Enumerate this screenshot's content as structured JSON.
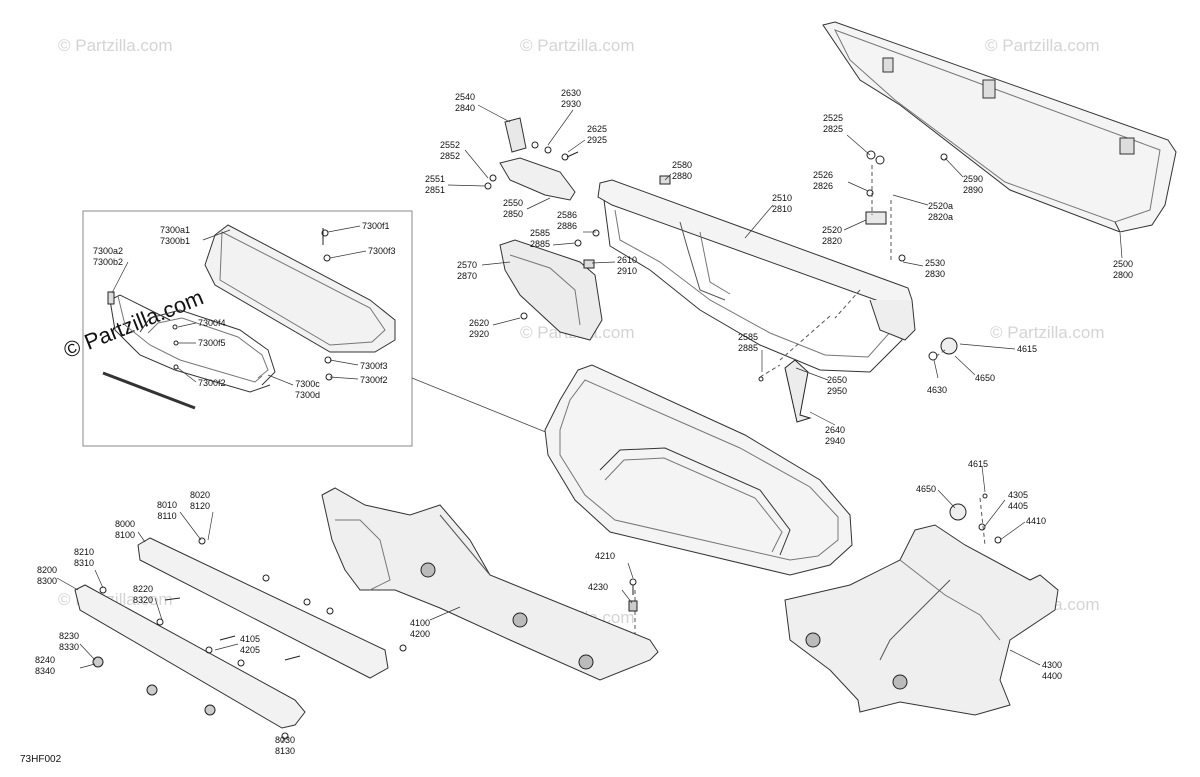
{
  "drawing_id": "73HF002",
  "watermark": "© Partzilla.com",
  "inset_watermark": "© Partzilla.com",
  "callouts": [
    {
      "id": "c1",
      "lines": [
        "2540",
        "2840"
      ]
    },
    {
      "id": "c2",
      "lines": [
        "2630",
        "2930"
      ]
    },
    {
      "id": "c3",
      "lines": [
        "2625",
        "2925"
      ]
    },
    {
      "id": "c4",
      "lines": [
        "2552",
        "2852"
      ]
    },
    {
      "id": "c5",
      "lines": [
        "2551",
        "2851"
      ]
    },
    {
      "id": "c6",
      "lines": [
        "2550",
        "2850"
      ]
    },
    {
      "id": "c7",
      "lines": [
        "2580",
        "2880"
      ]
    },
    {
      "id": "c8",
      "lines": [
        "2586",
        "2886"
      ]
    },
    {
      "id": "c9",
      "lines": [
        "2585",
        "2885"
      ]
    },
    {
      "id": "c10",
      "lines": [
        "2610",
        "2910"
      ]
    },
    {
      "id": "c11",
      "lines": [
        "2570",
        "2870"
      ]
    },
    {
      "id": "c12",
      "lines": [
        "2620",
        "2920"
      ]
    },
    {
      "id": "c13",
      "lines": [
        "2510",
        "2810"
      ]
    },
    {
      "id": "c14",
      "lines": [
        "2525",
        "2825"
      ]
    },
    {
      "id": "c15",
      "lines": [
        "2526",
        "2826"
      ]
    },
    {
      "id": "c16",
      "lines": [
        "2520a",
        "2820a"
      ]
    },
    {
      "id": "c17",
      "lines": [
        "2520",
        "2820"
      ]
    },
    {
      "id": "c18",
      "lines": [
        "2530",
        "2830"
      ]
    },
    {
      "id": "c19",
      "lines": [
        "2590",
        "2890"
      ]
    },
    {
      "id": "c20",
      "lines": [
        "2500",
        "2800"
      ]
    },
    {
      "id": "c21",
      "lines": [
        "2585",
        "2885"
      ]
    },
    {
      "id": "c22",
      "lines": [
        "2650",
        "2950"
      ]
    },
    {
      "id": "c23",
      "lines": [
        "2640",
        "2940"
      ]
    },
    {
      "id": "c24",
      "lines": [
        "4615"
      ]
    },
    {
      "id": "c25",
      "lines": [
        "4650"
      ]
    },
    {
      "id": "c26",
      "lines": [
        "4630"
      ]
    },
    {
      "id": "c27",
      "lines": [
        "7300a1",
        "7300b1"
      ]
    },
    {
      "id": "c28",
      "lines": [
        "7300a2",
        "7300b2"
      ]
    },
    {
      "id": "c29",
      "lines": [
        "7300f1"
      ]
    },
    {
      "id": "c30",
      "lines": [
        "7300f3"
      ]
    },
    {
      "id": "c31",
      "lines": [
        "7300f4"
      ]
    },
    {
      "id": "c32",
      "lines": [
        "7300f5"
      ]
    },
    {
      "id": "c33",
      "lines": [
        "7300f2"
      ]
    },
    {
      "id": "c34",
      "lines": [
        "7300c",
        "7300d"
      ]
    },
    {
      "id": "c35",
      "lines": [
        "7300f3"
      ]
    },
    {
      "id": "c36",
      "lines": [
        "7300f2"
      ]
    },
    {
      "id": "c37",
      "lines": [
        "8010",
        "8110"
      ]
    },
    {
      "id": "c38",
      "lines": [
        "8020",
        "8120"
      ]
    },
    {
      "id": "c39",
      "lines": [
        "8000",
        "8100"
      ]
    },
    {
      "id": "c40",
      "lines": [
        "8210",
        "8310"
      ]
    },
    {
      "id": "c41",
      "lines": [
        "8200",
        "8300"
      ]
    },
    {
      "id": "c42",
      "lines": [
        "8220",
        "8320"
      ]
    },
    {
      "id": "c43",
      "lines": [
        "4105",
        "4205"
      ]
    },
    {
      "id": "c44",
      "lines": [
        "8230",
        "8330"
      ]
    },
    {
      "id": "c45",
      "lines": [
        "8240",
        "8340"
      ]
    },
    {
      "id": "c46",
      "lines": [
        "8030",
        "8130"
      ]
    },
    {
      "id": "c47",
      "lines": [
        "4100",
        "4200"
      ]
    },
    {
      "id": "c48",
      "lines": [
        "4210"
      ]
    },
    {
      "id": "c49",
      "lines": [
        "4230"
      ]
    },
    {
      "id": "c50",
      "lines": [
        "4615"
      ]
    },
    {
      "id": "c51",
      "lines": [
        "4650"
      ]
    },
    {
      "id": "c52",
      "lines": [
        "4305",
        "4405"
      ]
    },
    {
      "id": "c53",
      "lines": [
        "4410"
      ]
    },
    {
      "id": "c54",
      "lines": [
        "4300",
        "4400"
      ]
    }
  ]
}
